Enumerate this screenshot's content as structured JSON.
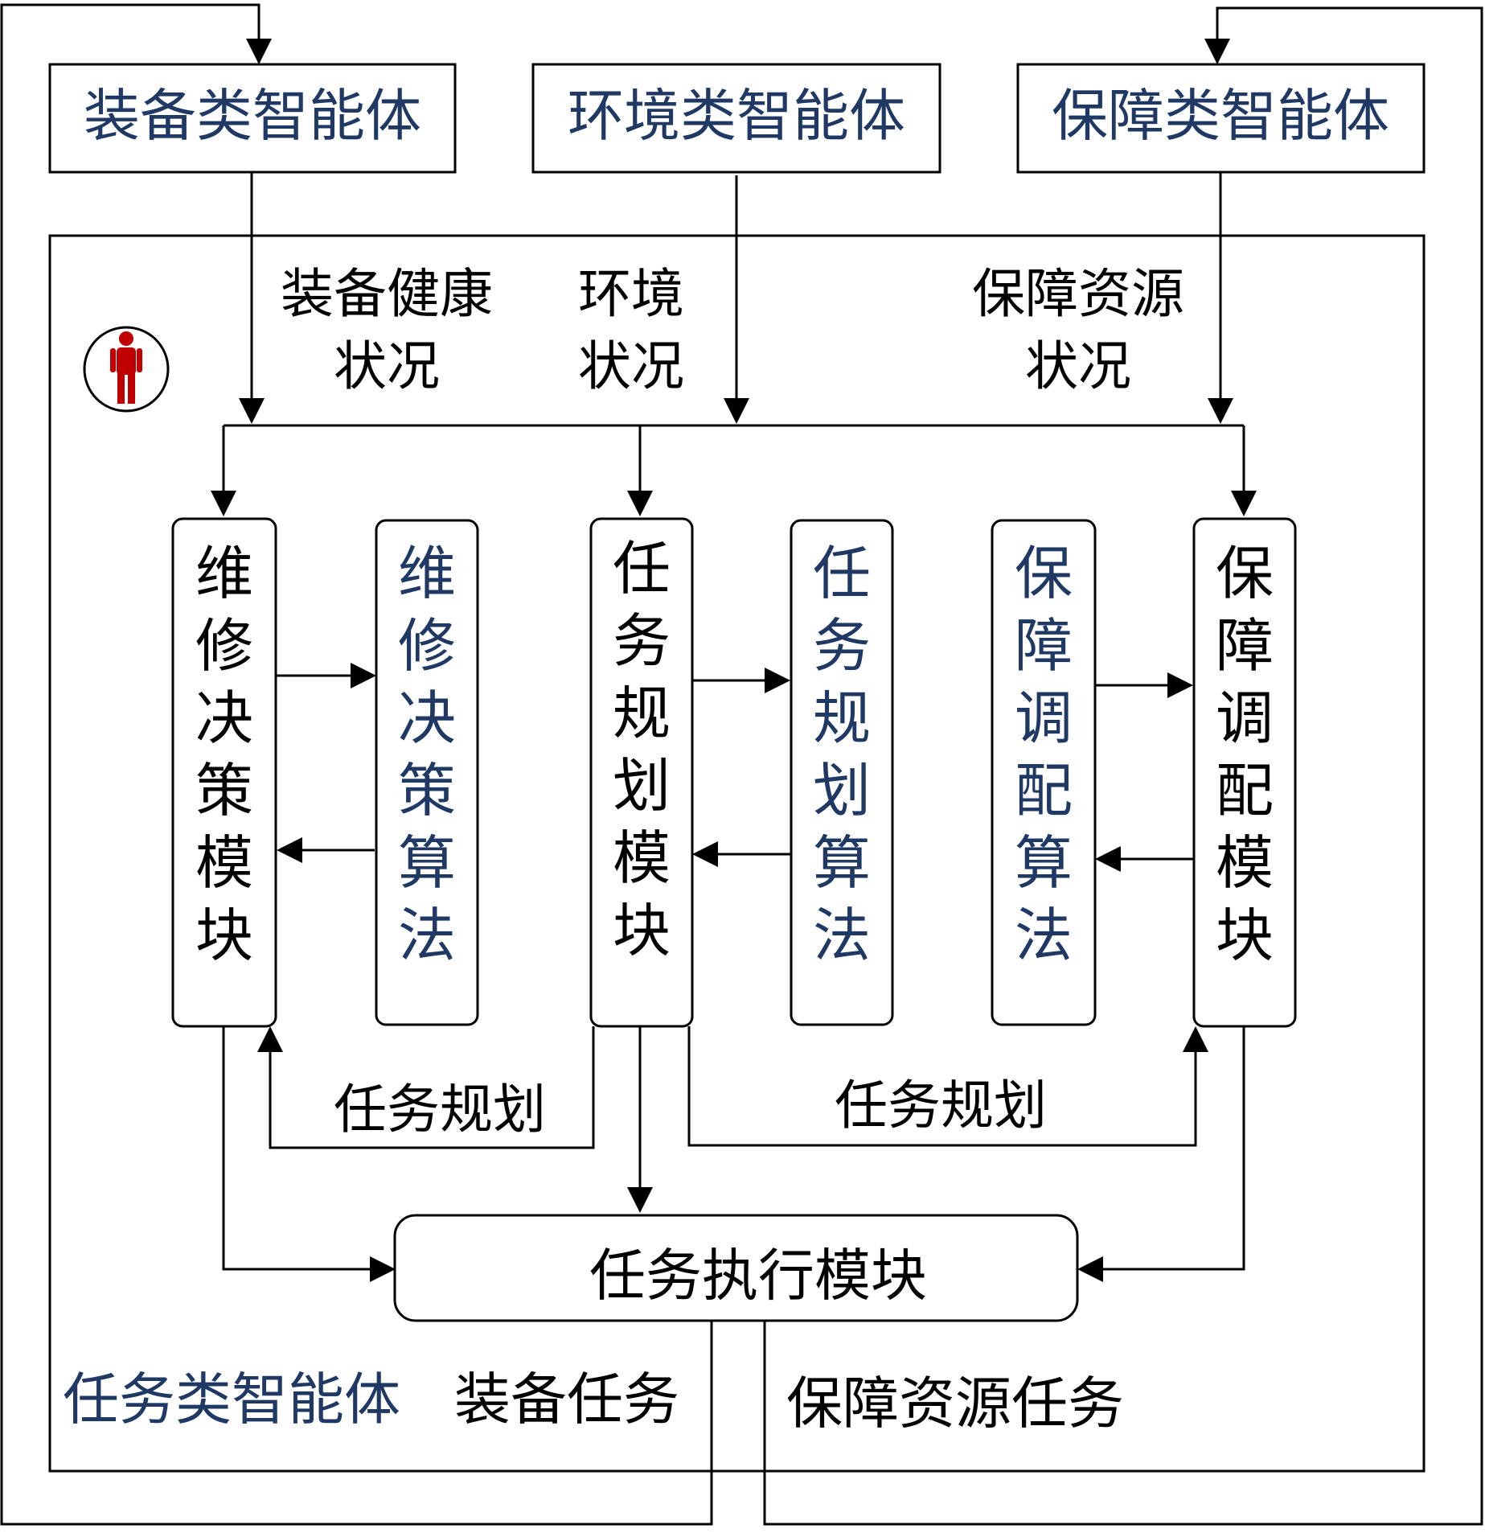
{
  "colors": {
    "line": "#000000",
    "navy_text": "#1f3864",
    "black_text": "#000000",
    "person_icon": "#c00000",
    "background": "#ffffff"
  },
  "agents": {
    "equipment": "装备类智能体",
    "environment": "环境类智能体",
    "support": "保障类智能体",
    "task": "任务类智能体"
  },
  "status_labels": {
    "equipment_health": [
      "装备健康",
      "状况"
    ],
    "environment": [
      "环境",
      "状况"
    ],
    "support_resource": [
      "保障资源",
      "状况"
    ]
  },
  "modules": {
    "maintenance_module": "维修决策模块",
    "maintenance_algorithm": "维修决策算法",
    "task_planning_module": "任务规划模块",
    "task_planning_algorithm": "任务规划算法",
    "support_dispatch_algorithm": "保障调配算法",
    "support_dispatch_module": "保障调配模块",
    "task_execution_module": "任务执行模块"
  },
  "edge_labels": {
    "task_planning_left": "任务规划",
    "task_planning_right": "任务规划",
    "equipment_task": "装备任务",
    "support_resource_task": "保障资源任务"
  },
  "icons": {
    "human": "person-icon"
  }
}
